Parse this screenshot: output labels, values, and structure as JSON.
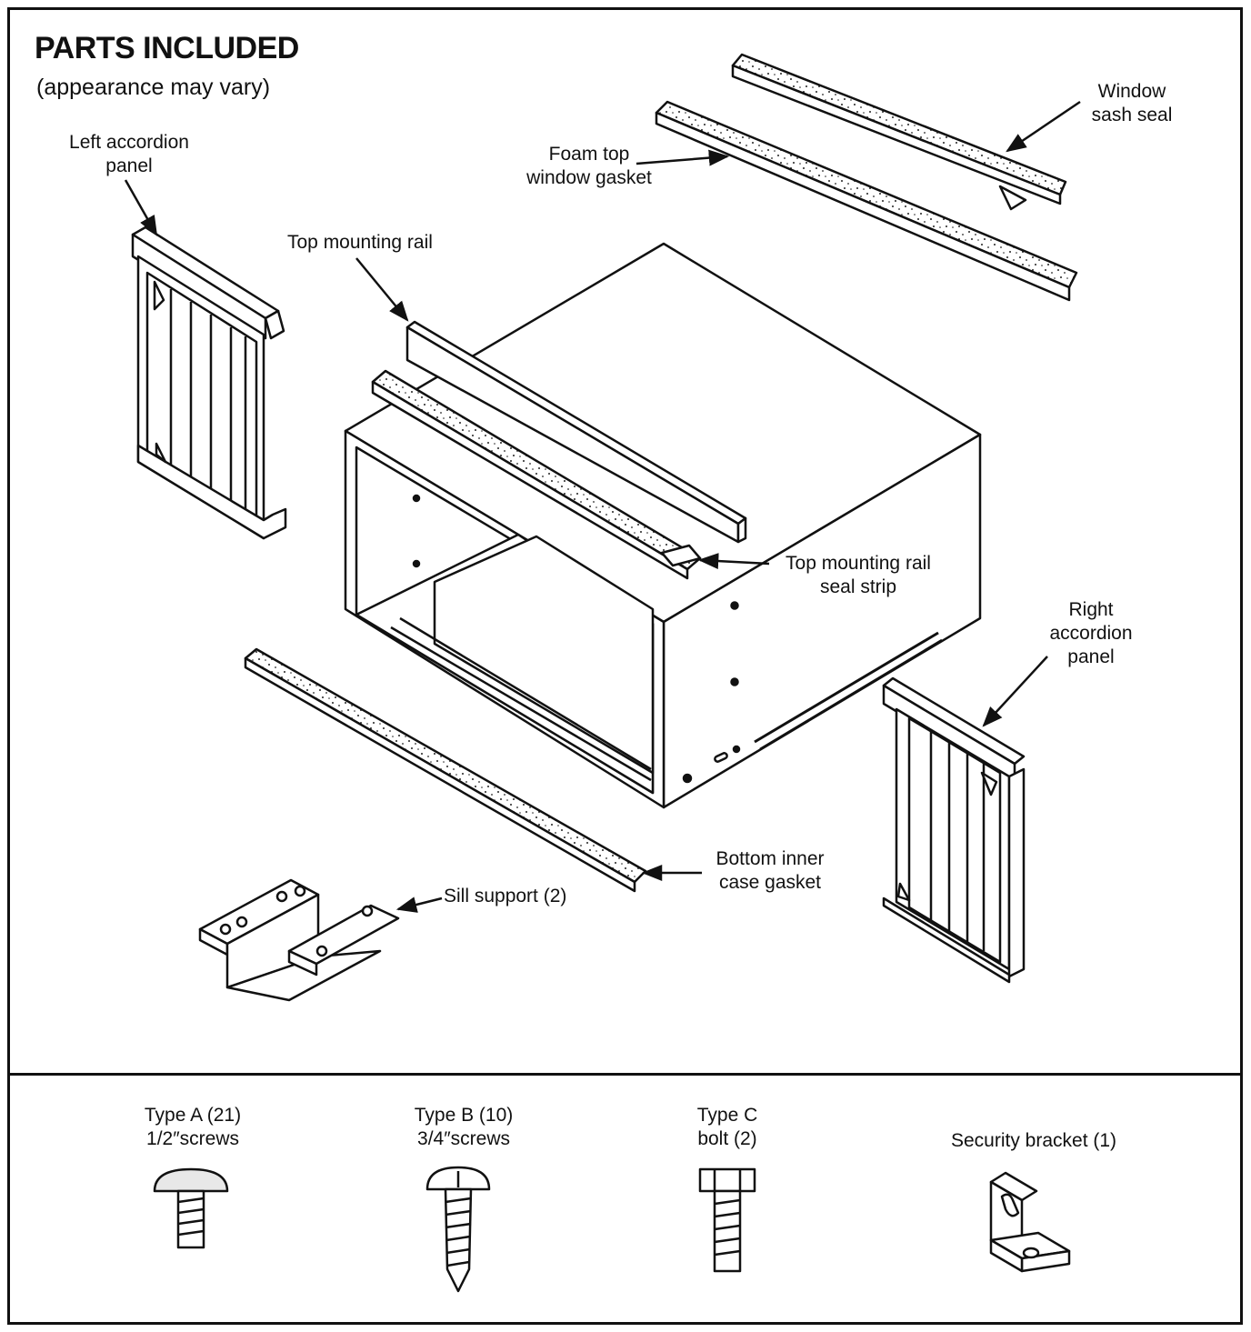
{
  "header": {
    "title": "PARTS INCLUDED",
    "subtitle": "(appearance may vary)"
  },
  "labels": {
    "left_accordion_panel": "Left accordion\npanel",
    "top_mounting_rail": "Top mounting rail",
    "foam_top_window_gasket": "Foam top\nwindow gasket",
    "window_sash_seal": "Window\nsash seal",
    "top_mounting_rail_seal_strip": "Top mounting rail\nseal strip",
    "right_accordion_panel": "Right\naccordion\npanel",
    "bottom_inner_case_gasket": "Bottom inner\ncase gasket",
    "sill_support": "Sill support (2)"
  },
  "hardware": {
    "type_a": "Type A (21)\n1/2″screws",
    "type_b": "Type B (10)\n3/4″screws",
    "type_c": "Type C\nbolt (2)",
    "security_bracket": "Security bracket (1)"
  }
}
